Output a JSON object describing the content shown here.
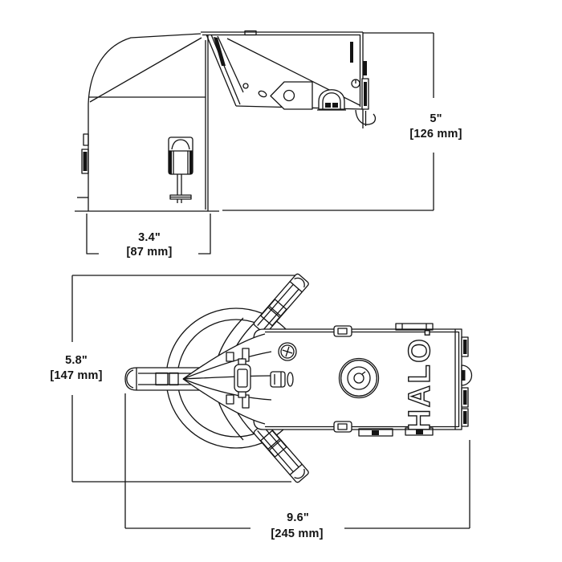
{
  "side_view": {
    "height_in": "5\"",
    "height_mm": "[126 mm]",
    "width_in": "3.4\"",
    "width_mm": "[87 mm]"
  },
  "top_view": {
    "height_in": "5.8\"",
    "height_mm": "[147 mm]",
    "width_in": "9.6\"",
    "width_mm": "[245 mm]",
    "brand": "HALO."
  },
  "colors": {
    "line": "#141414",
    "background": "#ffffff"
  }
}
